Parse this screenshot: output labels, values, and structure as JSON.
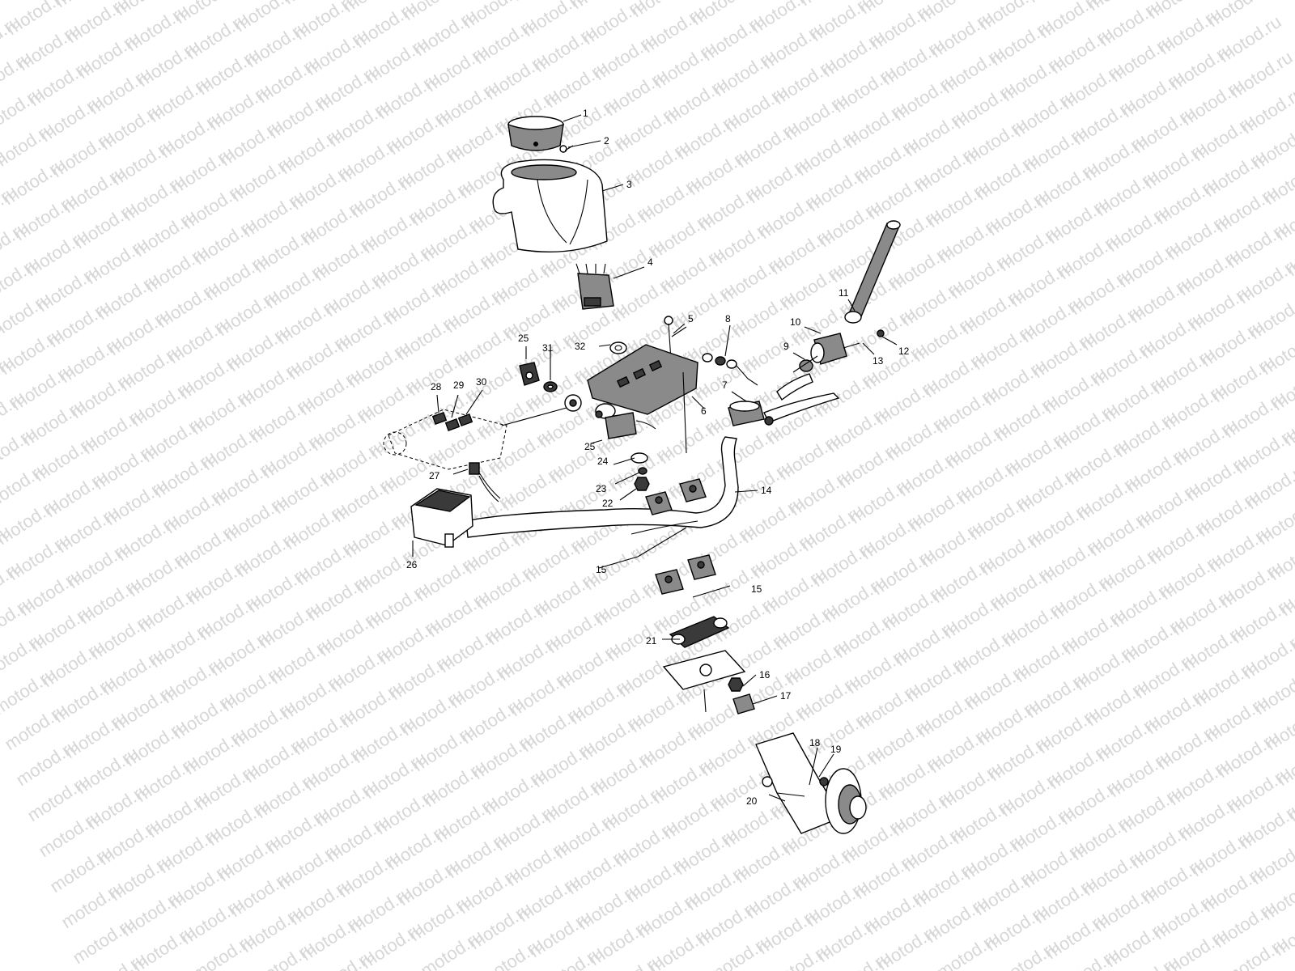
{
  "watermark": {
    "text": "motod.ru"
  },
  "callouts": [
    {
      "id": "1",
      "label": "1"
    },
    {
      "id": "2",
      "label": "2"
    },
    {
      "id": "3",
      "label": "3"
    },
    {
      "id": "4",
      "label": "4"
    },
    {
      "id": "5",
      "label": "5"
    },
    {
      "id": "6",
      "label": "6"
    },
    {
      "id": "7",
      "label": "7"
    },
    {
      "id": "8",
      "label": "8"
    },
    {
      "id": "9",
      "label": "9"
    },
    {
      "id": "10",
      "label": "10"
    },
    {
      "id": "11",
      "label": "11"
    },
    {
      "id": "12",
      "label": "12"
    },
    {
      "id": "13",
      "label": "13"
    },
    {
      "id": "14",
      "label": "14"
    },
    {
      "id": "15a",
      "label": "15"
    },
    {
      "id": "15b",
      "label": "15"
    },
    {
      "id": "16",
      "label": "16"
    },
    {
      "id": "17",
      "label": "17"
    },
    {
      "id": "18",
      "label": "18"
    },
    {
      "id": "19",
      "label": "19"
    },
    {
      "id": "20",
      "label": "20"
    },
    {
      "id": "21",
      "label": "21"
    },
    {
      "id": "22",
      "label": "22"
    },
    {
      "id": "23",
      "label": "23"
    },
    {
      "id": "24",
      "label": "24"
    },
    {
      "id": "25a",
      "label": "25"
    },
    {
      "id": "25b",
      "label": "25"
    },
    {
      "id": "26",
      "label": "26"
    },
    {
      "id": "27",
      "label": "27"
    },
    {
      "id": "28",
      "label": "28"
    },
    {
      "id": "29",
      "label": "29"
    },
    {
      "id": "30",
      "label": "30"
    },
    {
      "id": "31",
      "label": "31"
    },
    {
      "id": "32",
      "label": "32"
    }
  ]
}
